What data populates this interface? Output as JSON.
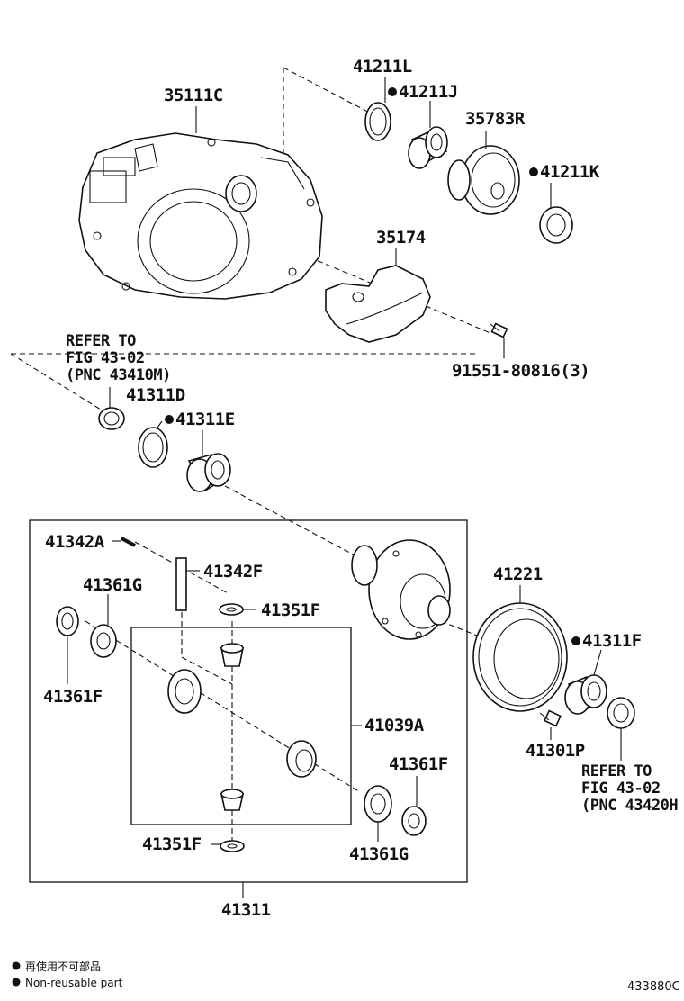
{
  "parts": {
    "p35111C": "35111C",
    "p41211L": "41211L",
    "p41211J": "41211J",
    "p35783R": "35783R",
    "p41211K": "41211K",
    "p35174": "35174",
    "p91551": "91551-80816(3)",
    "p41311D": "41311D",
    "p41311E": "41311E",
    "p41342A": "41342A",
    "p41342F": "41342F",
    "p41361G_top": "41361G",
    "p41351F_top": "41351F",
    "p41361F_left": "41361F",
    "p41039A": "41039A",
    "p41361F_right": "41361F",
    "p41361G_bottom": "41361G",
    "p41351F_bottom": "41351F",
    "p41311": "41311",
    "p41221": "41221",
    "p41311F": "41311F",
    "p41301P": "41301P"
  },
  "refer_left": {
    "line1": "REFER TO",
    "line2": "FIG 43-02",
    "line3": "(PNC 43410M)"
  },
  "refer_right": {
    "line1": "REFER TO",
    "line2": "FIG 43-02",
    "line3": "(PNC 43420H"
  },
  "legend": {
    "japanese": "再使用不可部品",
    "english": "Non-reusable part"
  },
  "figure_code": "433880C"
}
